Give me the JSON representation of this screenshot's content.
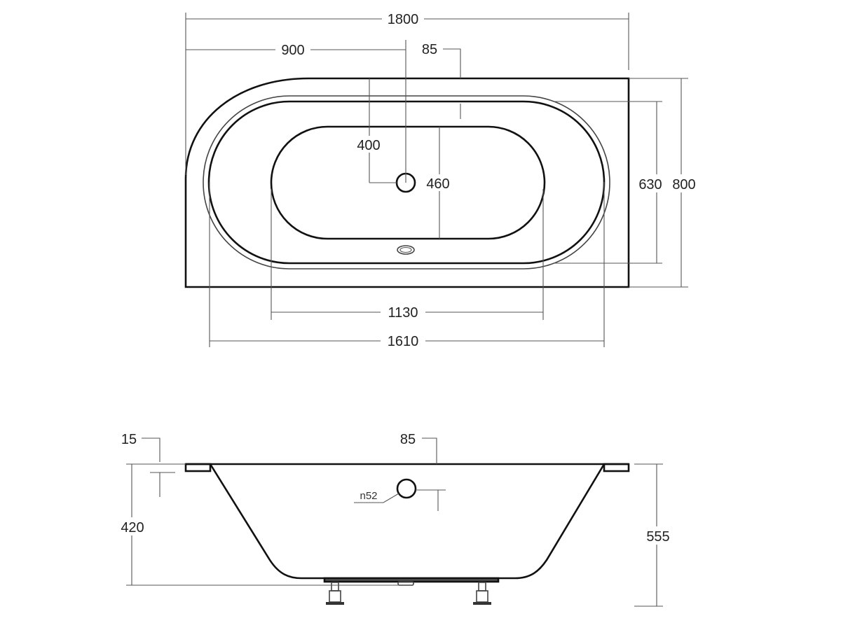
{
  "top_view": {
    "overall_length": "1800",
    "half_length": "900",
    "rim_width": "85",
    "overflow_offset": "400",
    "inner_width": "460",
    "rim_inner_width": "630",
    "overall_width": "800",
    "inner_length": "1130",
    "rim_inner_length": "1610"
  },
  "side_view": {
    "rim_thickness": "15",
    "rim_width": "85",
    "overflow_diameter": "n52",
    "inner_depth": "420",
    "overall_height": "555"
  },
  "colors": {
    "line": "#111111",
    "dimension": "#555555"
  }
}
